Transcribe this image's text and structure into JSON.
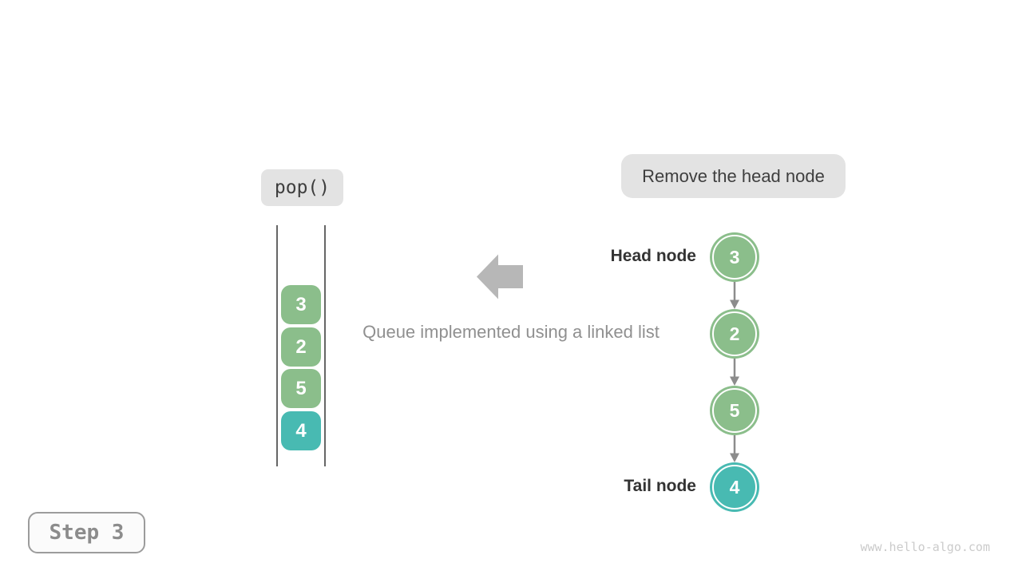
{
  "colors": {
    "pill-bg": "#e3e3e3",
    "pill-text": "#3e3e3e",
    "wall-gray": "#666666",
    "big-arrow-gray": "#b7b7b7",
    "connector-gray": "#8c8c8c",
    "caption-gray": "#909090",
    "label-dark": "#333333",
    "step-border": "#9c9c9c",
    "step-text": "#8c8c8c",
    "watermark-gray": "#cbcbcb",
    "node-green": "#8bbe8b",
    "node-teal": "#48bab2"
  },
  "operation": {
    "label": "pop()"
  },
  "annotation": {
    "text": "Remove the head node"
  },
  "caption": {
    "text": "Queue implemented using a linked list"
  },
  "queue": {
    "items": [
      {
        "value": "3",
        "color": "#8bbe8b"
      },
      {
        "value": "2",
        "color": "#8bbe8b"
      },
      {
        "value": "5",
        "color": "#8bbe8b"
      },
      {
        "value": "4",
        "color": "#48bab2"
      }
    ]
  },
  "linked_list": {
    "head_label": "Head node",
    "tail_label": "Tail node",
    "nodes": [
      {
        "value": "3",
        "color": "#8bbe8b"
      },
      {
        "value": "2",
        "color": "#8bbe8b"
      },
      {
        "value": "5",
        "color": "#8bbe8b"
      },
      {
        "value": "4",
        "color": "#48bab2"
      }
    ]
  },
  "step": {
    "label": "Step 3"
  },
  "watermark": {
    "text": "www.hello-algo.com"
  }
}
